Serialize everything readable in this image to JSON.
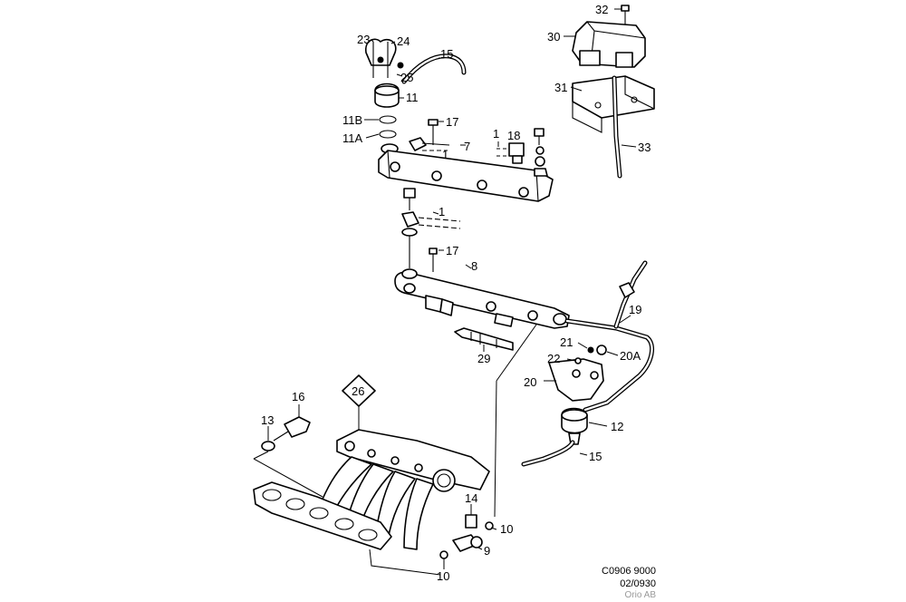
{
  "labels": {
    "l32": "32",
    "l30": "30",
    "l31": "31",
    "l33": "33",
    "l23": "23",
    "l24": "24",
    "l15a": "15",
    "l25": "25",
    "l11": "11",
    "l11b": "11B",
    "l11a": "11A",
    "l17a": "17",
    "l7": "7",
    "l1a": "1",
    "l18": "18",
    "l1b": "1",
    "l1c": "1",
    "l17b": "17",
    "l8": "8",
    "l19": "19",
    "l21": "21",
    "l22": "22",
    "l20a": "20A",
    "l20": "20",
    "l29": "29",
    "l26": "26",
    "l16": "16",
    "l13": "13",
    "l12": "12",
    "l15b": "15",
    "l14": "14",
    "l10a": "10",
    "l9": "9",
    "l10b": "10"
  },
  "footer": {
    "code1": "C0906 9000",
    "code2": "02/0930",
    "brand": "Orio AB"
  }
}
